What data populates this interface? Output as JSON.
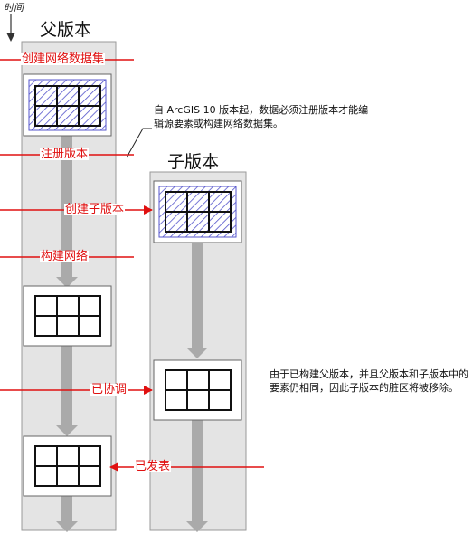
{
  "time_label": "时间",
  "parent": {
    "title": "父版本"
  },
  "child": {
    "title": "子版本"
  },
  "steps": {
    "create_network": "创建网络数据集",
    "register": "注册版本",
    "create_child": "创建子版本",
    "build": "构建网络",
    "reconciled": "已协调",
    "posted": "已发表"
  },
  "notes": {
    "register_note": "自 ArcGIS 10 版本起，数据必须注册版本才能编辑源要素或构建网络数据集。",
    "reconcile_note": "由于已构建父版本，并且父版本和子版本中的要素仍相同，因此子版本的脏区将被移除。"
  },
  "colors": {
    "accent": "#e01010",
    "hatch": "#5555cc",
    "column": "#e4e4e4",
    "arrow": "#aaaaaa"
  }
}
